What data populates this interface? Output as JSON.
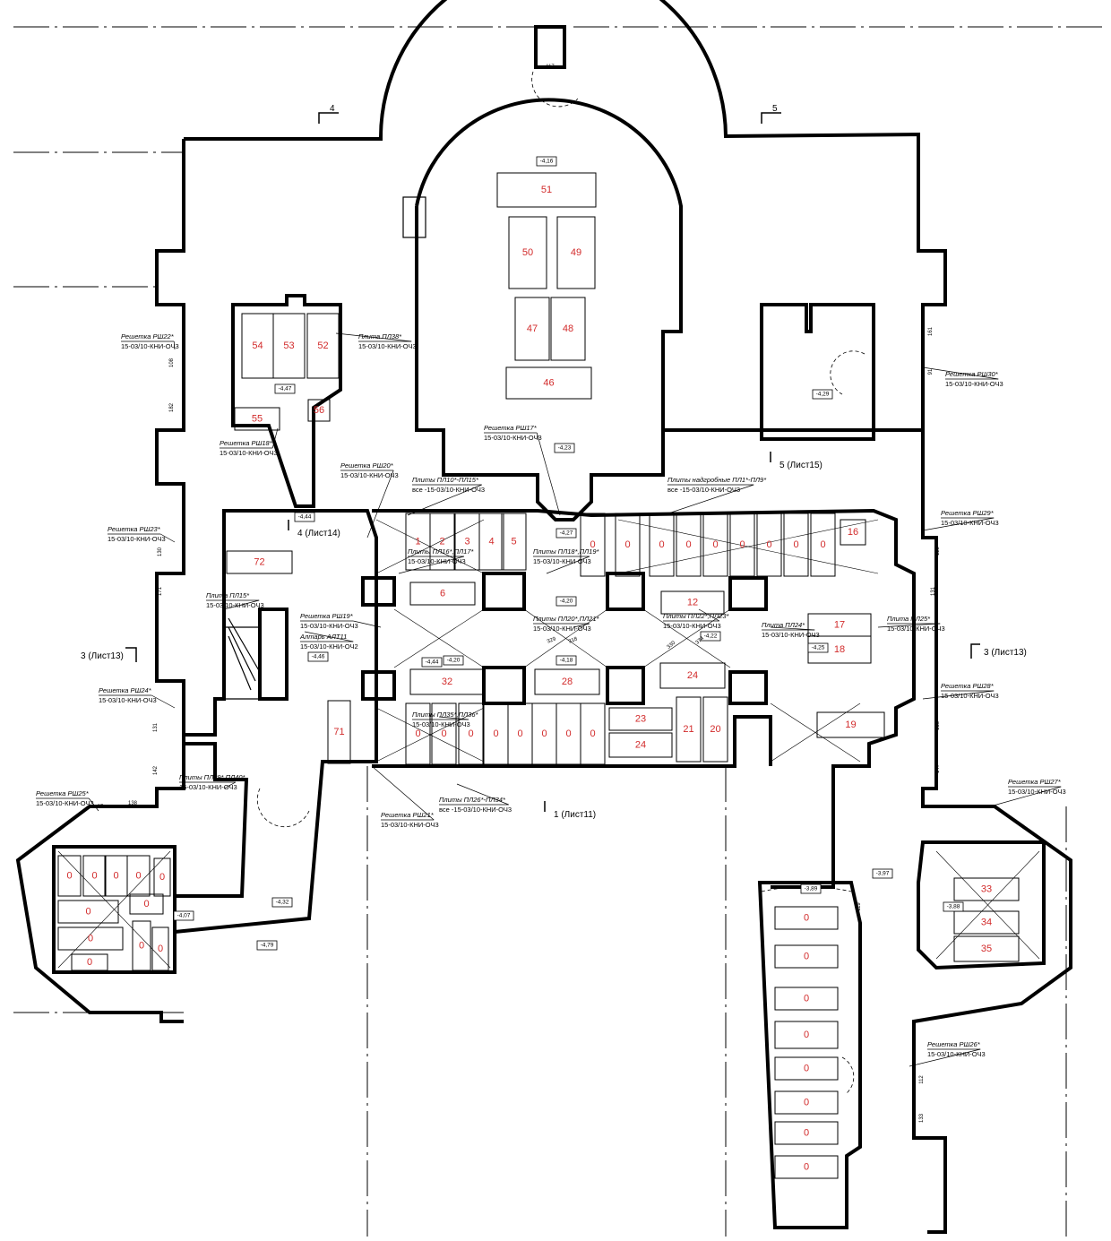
{
  "slabs": [
    {
      "label": "51"
    },
    {
      "label": "50"
    },
    {
      "label": "49"
    },
    {
      "label": "47"
    },
    {
      "label": "48"
    },
    {
      "label": "46"
    },
    {
      "label": "54"
    },
    {
      "label": "53"
    },
    {
      "label": "52"
    },
    {
      "label": "55"
    },
    {
      "label": "56"
    },
    {
      "label": "72"
    },
    {
      "label": "1"
    },
    {
      "label": "2"
    },
    {
      "label": "3"
    },
    {
      "label": "4"
    },
    {
      "label": "5"
    },
    {
      "label": "0"
    },
    {
      "label": "0"
    },
    {
      "label": "0"
    },
    {
      "label": "0"
    },
    {
      "label": "0"
    },
    {
      "label": "0"
    },
    {
      "label": "0"
    },
    {
      "label": "0"
    },
    {
      "label": "0"
    },
    {
      "label": "16"
    },
    {
      "label": "6"
    },
    {
      "label": "12"
    },
    {
      "label": "17"
    },
    {
      "label": "18"
    },
    {
      "label": "32"
    },
    {
      "label": "28"
    },
    {
      "label": "24"
    },
    {
      "label": "71"
    },
    {
      "label": "0"
    },
    {
      "label": "0"
    },
    {
      "label": "0"
    },
    {
      "label": "0"
    },
    {
      "label": "0"
    },
    {
      "label": "0"
    },
    {
      "label": "0"
    },
    {
      "label": "0"
    },
    {
      "label": "23"
    },
    {
      "label": "24"
    },
    {
      "label": "21"
    },
    {
      "label": "20"
    },
    {
      "label": "19"
    },
    {
      "label": "0"
    },
    {
      "label": "0"
    },
    {
      "label": "0"
    },
    {
      "label": "0"
    },
    {
      "label": "0"
    },
    {
      "label": "0"
    },
    {
      "label": "0"
    },
    {
      "label": "0"
    },
    {
      "label": "0"
    },
    {
      "label": "0"
    },
    {
      "label": "0"
    },
    {
      "label": "33"
    },
    {
      "label": "34"
    },
    {
      "label": "35"
    },
    {
      "label": "0"
    },
    {
      "label": "0"
    },
    {
      "label": "0"
    },
    {
      "label": "0"
    },
    {
      "label": "0"
    },
    {
      "label": "0"
    },
    {
      "label": "0"
    },
    {
      "label": "0"
    }
  ],
  "callouts": [
    {
      "title": "Решетка РШ22*",
      "code": "15-03/10-КНИ-ОЧ3"
    },
    {
      "title": "Плита ПЛ38*",
      "code": "15-03/10-КНИ-ОЧ3"
    },
    {
      "title": "Решетка РШ18*",
      "code": "15-03/10-КНИ-ОЧ3"
    },
    {
      "title": "Решетка РШ17*",
      "code": "15-03/10-КНИ-ОЧ3"
    },
    {
      "title": "Решетка РШ30*",
      "code": "15-03/10-КНИ-ОЧ3"
    },
    {
      "title": "Решетка РШ20*",
      "code": "15-03/10-КНИ-ОЧ3"
    },
    {
      "title": "Плиты ПЛ10*-ПЛ15*",
      "code": "все -15-03/10-КНИ-ОЧ3"
    },
    {
      "title": "Плиты надгробные ПЛ1*-ПЛ9*",
      "code": "все -15-03/10-КНИ-ОЧ3"
    },
    {
      "title": "Решетка РШ23*",
      "code": "15-03/10-КНИ-ОЧ3"
    },
    {
      "title": "Решетка РШ29*",
      "code": "15-03/10-КНИ-ОЧ3"
    },
    {
      "title": "Плиты ПЛ16*,ПЛ17*",
      "code": "15-03/10-КНИ-ОЧ3"
    },
    {
      "title": "Плиты ПЛ18*,ПЛ19*",
      "code": "15-03/10-КНИ-ОЧ3"
    },
    {
      "title": "Плита ПЛ15*",
      "code": "15-03/10-КНИ-ОЧ3"
    },
    {
      "title": "Решетка РШ19*",
      "code": "15-03/10-КНИ-ОЧ3"
    },
    {
      "title": "Алтарь АЛТ11",
      "code": "15-03/10-КНИ-ОЧ2"
    },
    {
      "title": "Плиты ПЛ20*,ПЛ21*",
      "code": "15-03/10-КНИ-ОЧ3"
    },
    {
      "title": "Плиты ПЛ22*,ПЛ23*",
      "code": "15-03/10-КНИ-ОЧ3"
    },
    {
      "title": "Плита ПЛ24*",
      "code": "15-03/10-КНИ-ОЧ3"
    },
    {
      "title": "Плита ПЛ25*",
      "code": "15-03/10-КНИ-ОЧ3"
    },
    {
      "title": "Решетка РШ24*",
      "code": "15-03/10-КНИ-ОЧ3"
    },
    {
      "title": "Решетка РШ28*",
      "code": "15-03/10-КНИ-ОЧ3"
    },
    {
      "title": "Плиты ПЛ35*,ПЛ36*",
      "code": "15-03/10-КНИ-ОЧ3"
    },
    {
      "title": "Плиты ПЛ39*,ПЛ40*",
      "code": "15-03/10-КНИ-ОЧ3"
    },
    {
      "title": "Решетка РШ25*",
      "code": "15-03/10-КНИ-ОЧ3"
    },
    {
      "title": "Плиты ПЛ26*-ПЛ34*",
      "code": "все -15-03/10-КНИ-ОЧ3"
    },
    {
      "title": "Решетка РШ21*",
      "code": "15-03/10-КНИ-ОЧ3"
    },
    {
      "title": "Решетка РШ27*",
      "code": "15-03/10-КНИ-ОЧ3"
    },
    {
      "title": "Решетка РШ26*",
      "code": "15-03/10-КНИ-ОЧ3"
    }
  ],
  "levels": [
    "-4,16",
    "-4,47",
    "-4,23",
    "-4,29",
    "-4,44",
    "-4,27",
    "-4,20",
    "-4,46",
    "-4,44",
    "-4,20",
    "-4,18",
    "-4,22",
    "-4,25",
    "-3,97",
    "-3,89",
    "-3,88",
    "-4,07",
    "-4,32",
    "-4,79"
  ],
  "dims": [
    "117",
    "108",
    "182",
    "130",
    "171",
    "131",
    "142",
    "97",
    "138",
    "161",
    "91",
    "129",
    "131",
    "136",
    "147",
    "119",
    "112",
    "133",
    "329",
    "318",
    "330",
    "374"
  ],
  "sections": [
    "4",
    "5",
    "4 (Лист14)",
    "5 (Лист15)",
    "3 (Лист13)",
    "3 (Лист13)",
    "1 (Лист11)"
  ]
}
